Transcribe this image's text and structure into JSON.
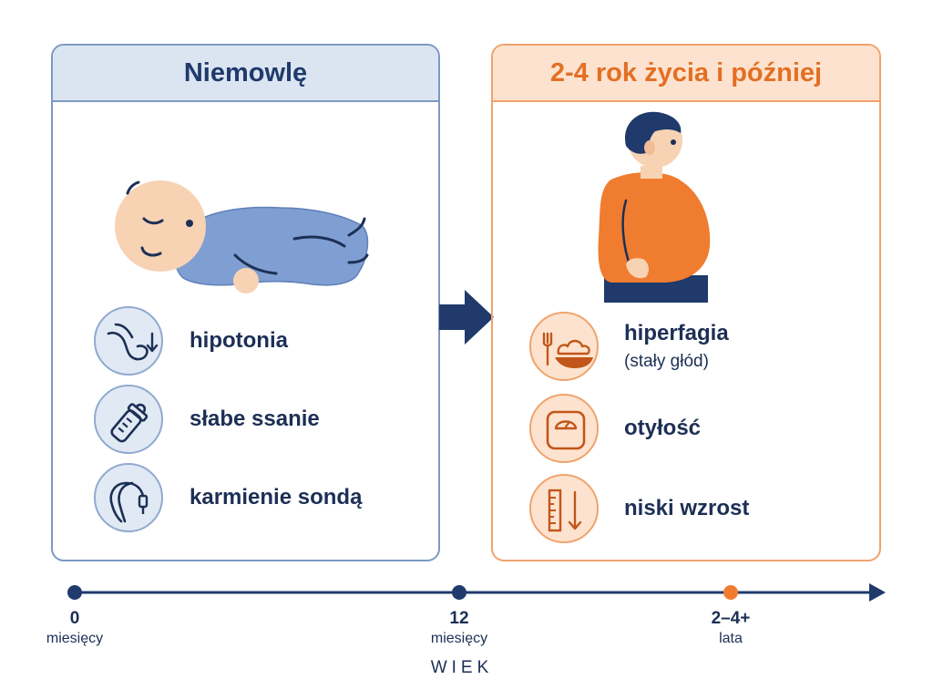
{
  "colors": {
    "navy": "#1c2f55",
    "blue_border": "#7d98c4",
    "blue_fill": "#dbe5f2",
    "orange": "#e36f24",
    "orange_border": "#f0a36d",
    "orange_fill": "#fde3cf"
  },
  "left_panel": {
    "title": "Niemowlę",
    "illustration": "sleeping-baby",
    "items": [
      {
        "icon": "limp-arm-icon",
        "label": "hipotonia"
      },
      {
        "icon": "baby-bottle-icon",
        "label": "słabe ssanie"
      },
      {
        "icon": "feeding-tube-icon",
        "label": "karmienie sondą"
      }
    ]
  },
  "right_panel": {
    "title": "2-4 rok życia i później",
    "illustration": "overweight-child",
    "items": [
      {
        "icon": "fork-plate-icon",
        "label": "hiperfagia",
        "sublabel": "(stały głód)"
      },
      {
        "icon": "bathroom-scale-icon",
        "label": "otyłość"
      },
      {
        "icon": "height-ruler-icon",
        "label": "niski wzrost"
      }
    ]
  },
  "timeline": {
    "axis_title": "WIEK",
    "ticks": [
      {
        "value": "0",
        "unit": "miesięcy"
      },
      {
        "value": "12",
        "unit": "miesięcy"
      },
      {
        "value": "2–4+",
        "unit": "lata"
      }
    ]
  }
}
